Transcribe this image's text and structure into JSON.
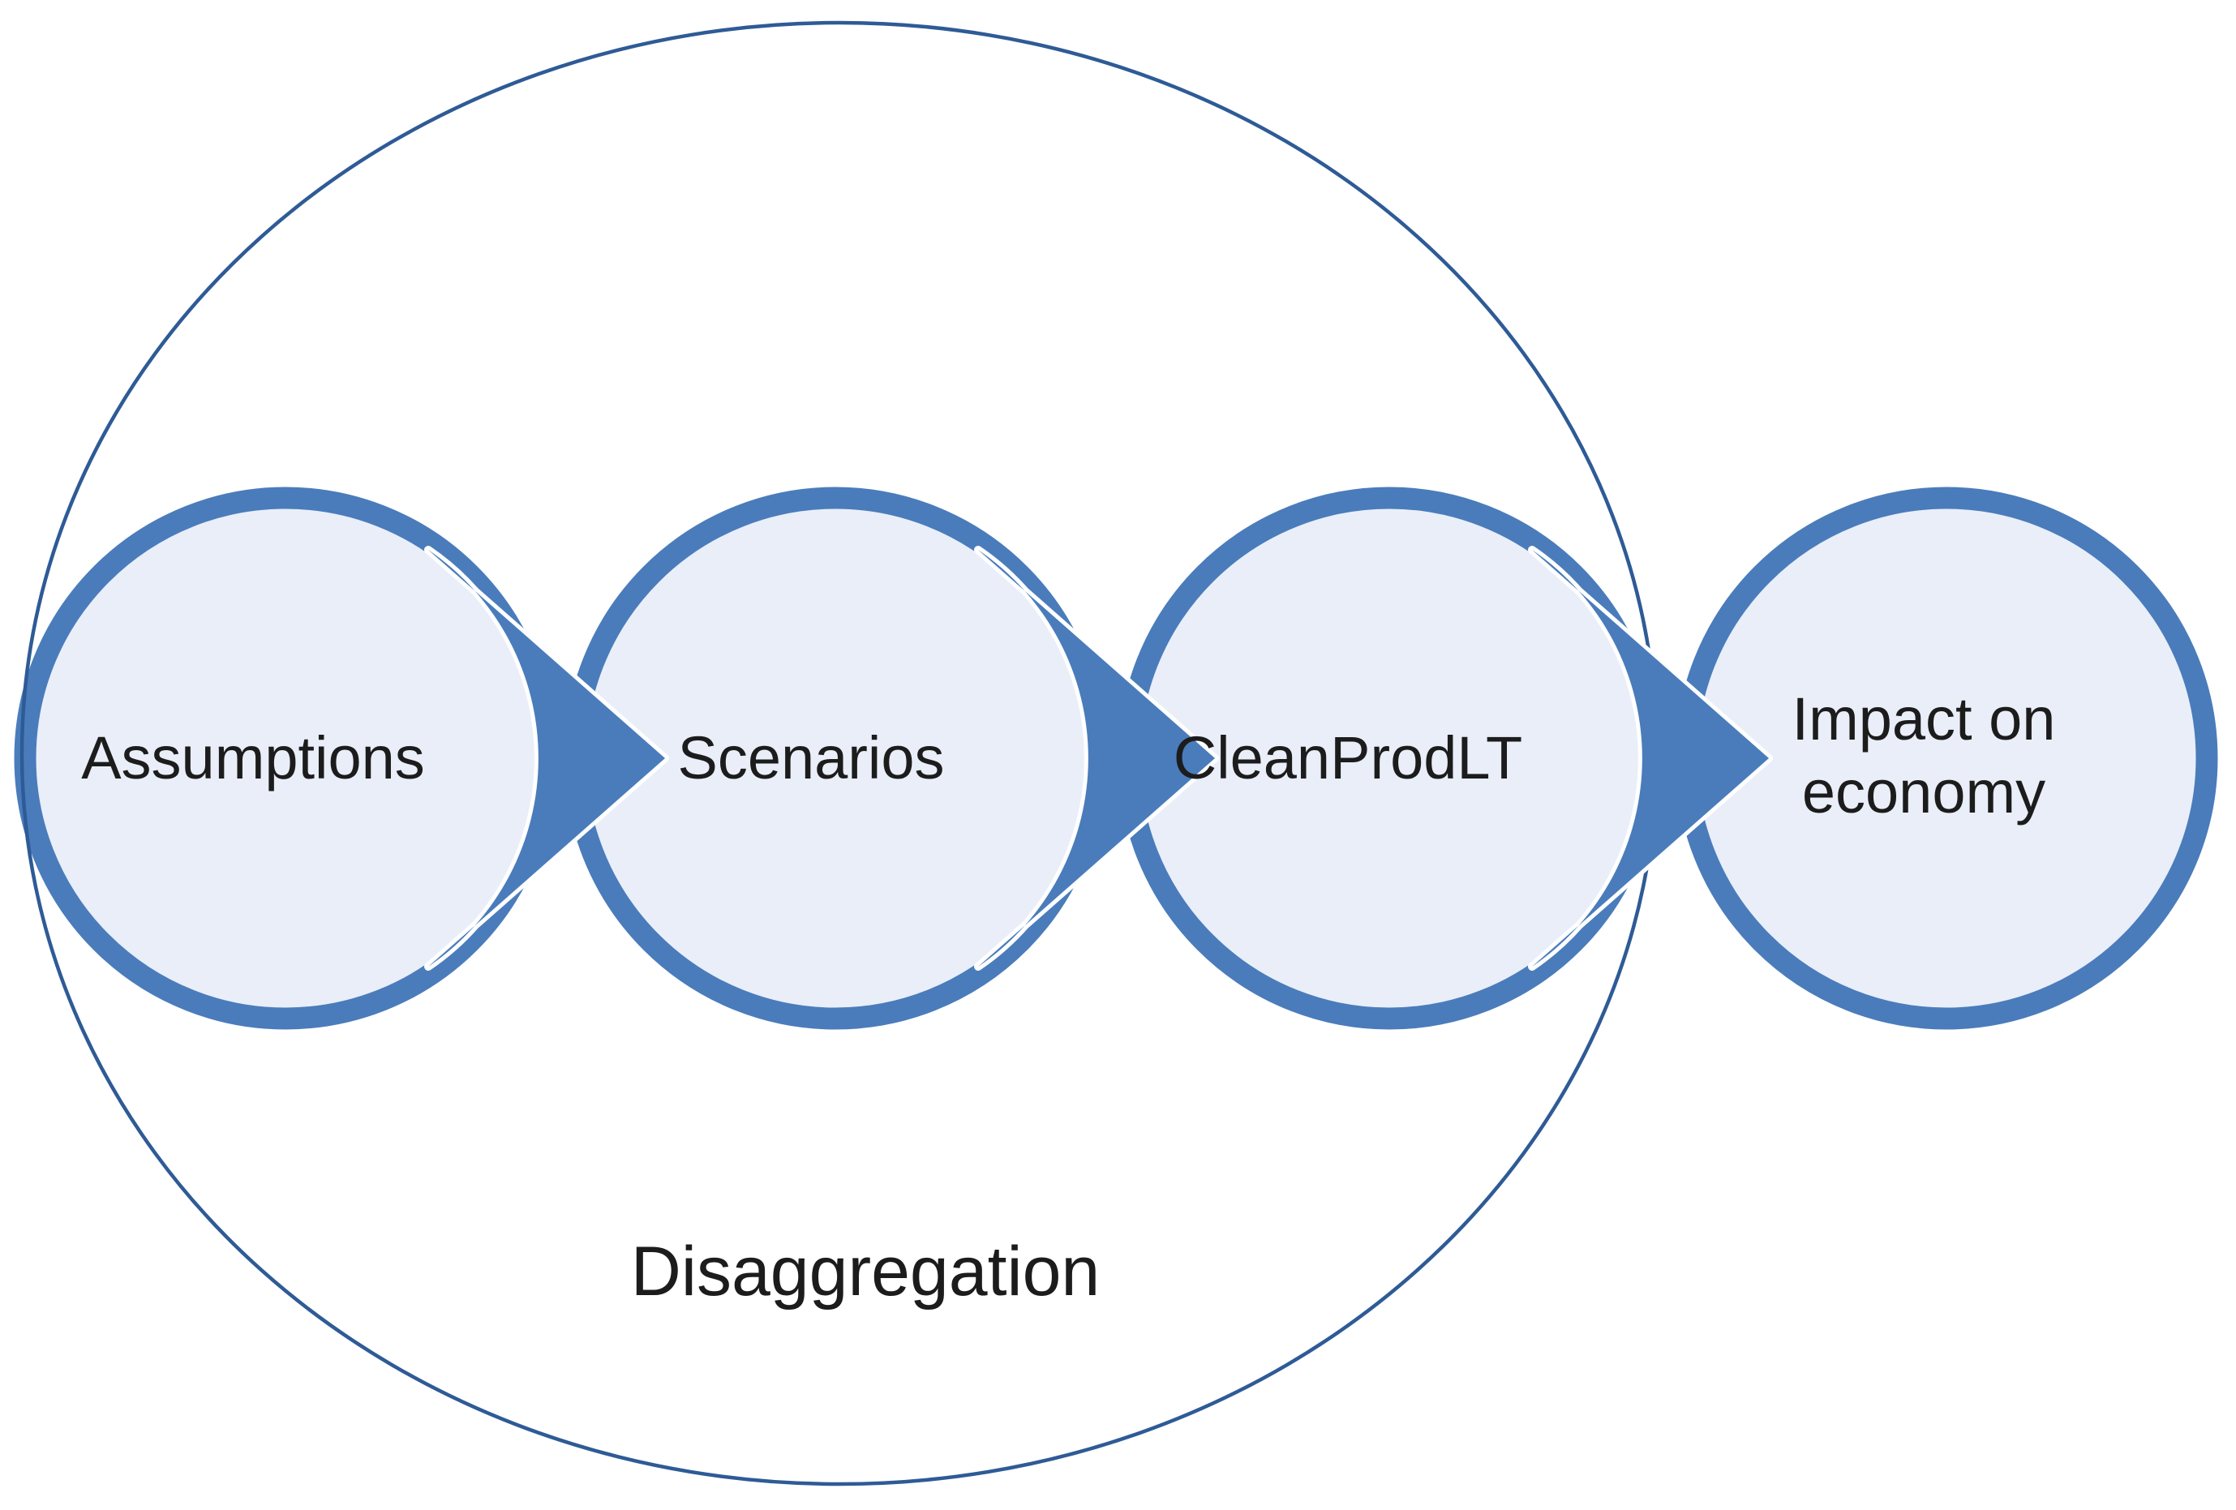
{
  "diagram": {
    "type": "process-flow",
    "steps": [
      {
        "label": "Assumptions"
      },
      {
        "label": "Scenarios"
      },
      {
        "label": "CleanProdLT"
      },
      {
        "label": "Impact on economy",
        "lines": [
          "Impact on",
          "economy"
        ]
      }
    ],
    "connectors": [
      "arrow-right",
      "arrow-right",
      "arrow-right"
    ],
    "boundary_label": "Disaggregation",
    "boundary_encloses": [
      "Assumptions",
      "Scenarios",
      "CleanProdLT"
    ]
  },
  "colors": {
    "accent": "#4A7CBB",
    "circle_fill": "#E9EEF8",
    "boundary_stroke": "#2E5B96",
    "text": "#1C1C1C",
    "background": "#FFFFFF"
  }
}
